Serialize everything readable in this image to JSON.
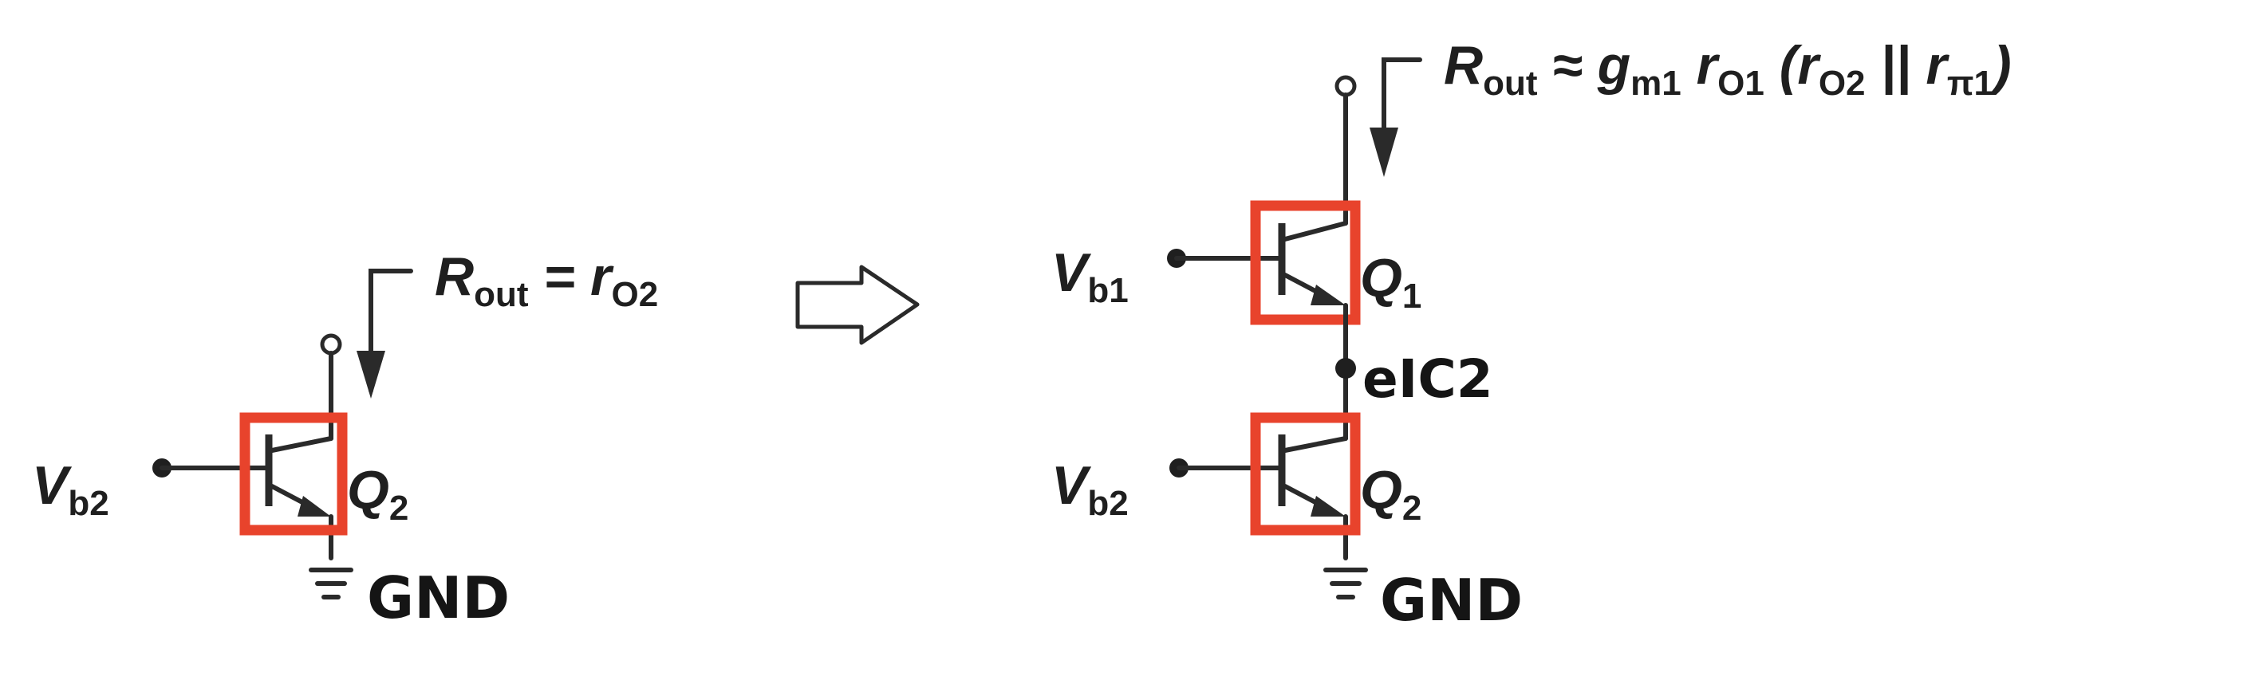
{
  "left_circuit": {
    "rout_label": "R",
    "rout_sub": "out",
    "rout_eq": " = r",
    "rout_eq_sub": "O2",
    "vb_label": "V",
    "vb_sub": "b2",
    "transistor_label": "Q",
    "transistor_sub": "2",
    "ground_label": "GND"
  },
  "right_circuit": {
    "rout_label": "R",
    "rout_sub": "out",
    "rout_formula_1": " ≈ g",
    "rout_formula_1_sub": "m1",
    "rout_formula_2": " r",
    "rout_formula_2_sub": "O1",
    "rout_formula_3": " (r",
    "rout_formula_3_sub": "O2",
    "rout_formula_4": " || r",
    "rout_formula_4_sub": "π1",
    "rout_formula_5": ")",
    "vb1_label": "V",
    "vb1_sub": "b1",
    "q1_label": "Q",
    "q1_sub": "1",
    "mid_node_note": "eIC2",
    "vb2_label": "V",
    "vb2_sub": "b2",
    "q2_label": "Q",
    "q2_sub": "2",
    "ground_label": "GND"
  },
  "colors": {
    "highlight": "#e8432c",
    "wire": "#2a2a2a"
  }
}
